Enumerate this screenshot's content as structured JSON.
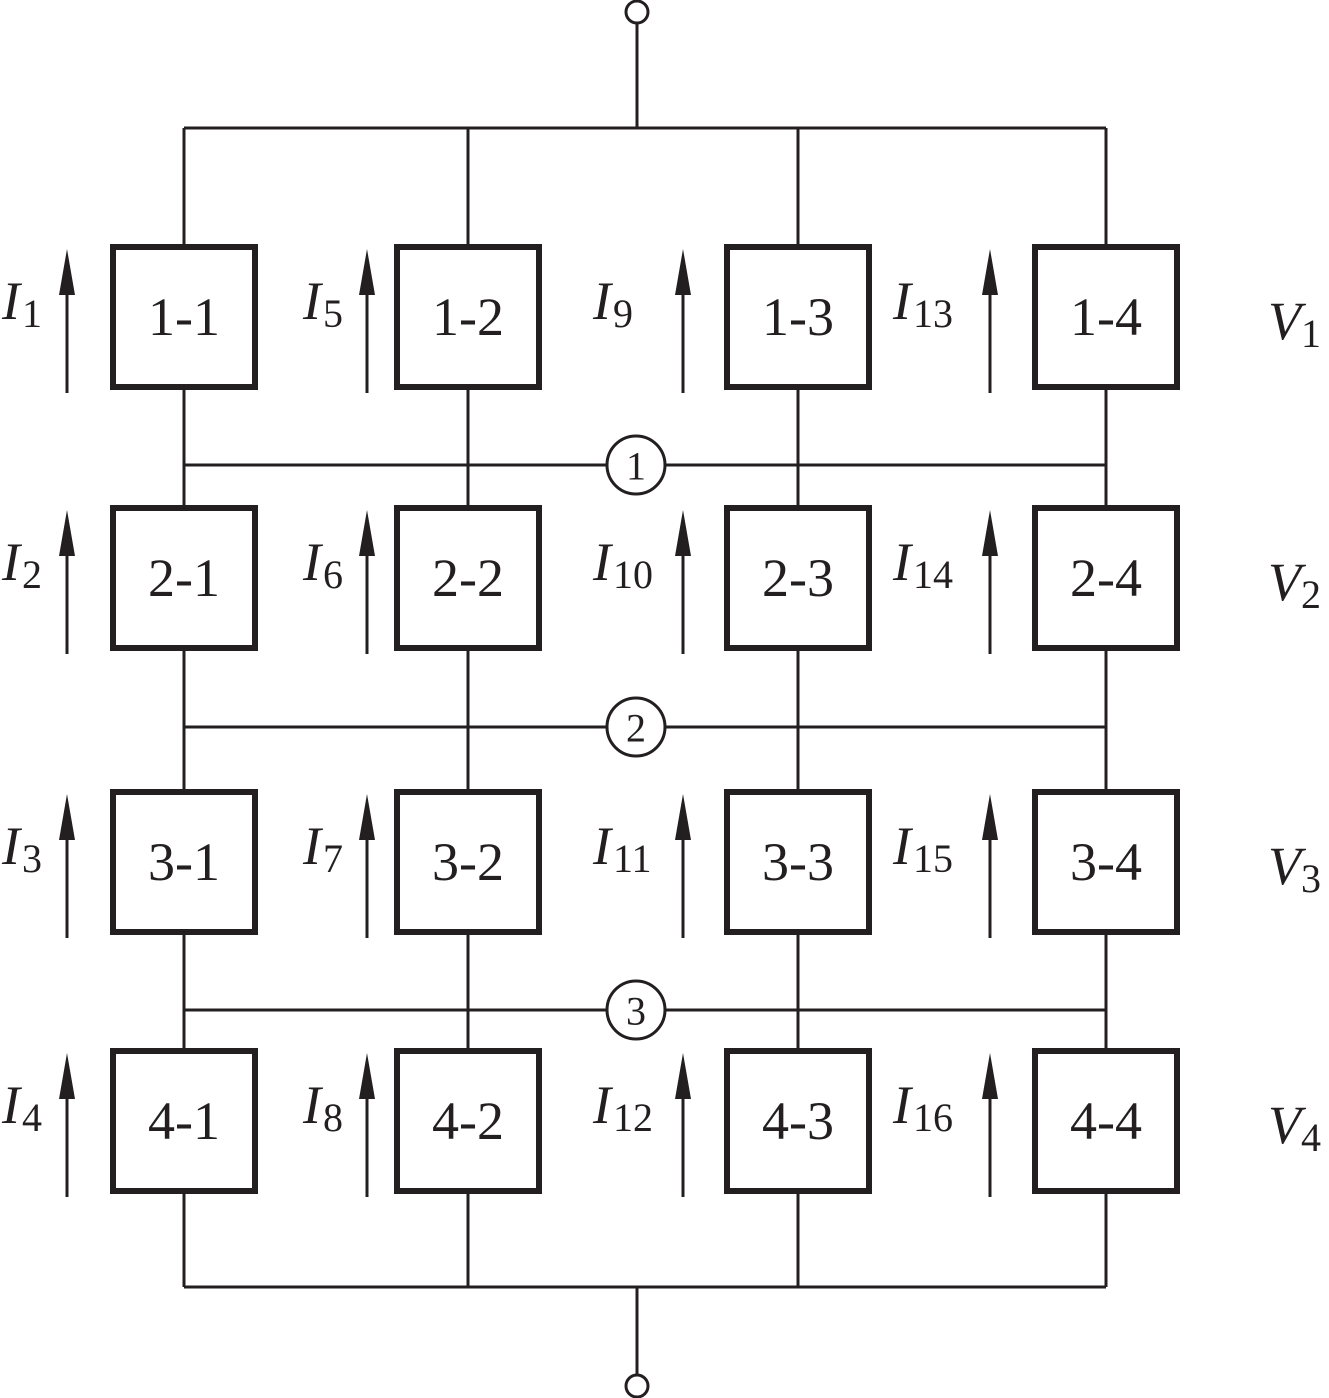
{
  "modules": [
    [
      "1-1",
      "1-2",
      "1-3",
      "1-4"
    ],
    [
      "2-1",
      "2-2",
      "2-3",
      "2-4"
    ],
    [
      "3-1",
      "3-2",
      "3-3",
      "3-4"
    ],
    [
      "4-1",
      "4-2",
      "4-3",
      "4-4"
    ]
  ],
  "currents": [
    [
      {
        "sym": "I",
        "sub": "1"
      },
      {
        "sym": "I",
        "sub": "5"
      },
      {
        "sym": "I",
        "sub": "9"
      },
      {
        "sym": "I",
        "sub": "13"
      }
    ],
    [
      {
        "sym": "I",
        "sub": "2"
      },
      {
        "sym": "I",
        "sub": "6"
      },
      {
        "sym": "I",
        "sub": "10"
      },
      {
        "sym": "I",
        "sub": "14"
      }
    ],
    [
      {
        "sym": "I",
        "sub": "3"
      },
      {
        "sym": "I",
        "sub": "7"
      },
      {
        "sym": "I",
        "sub": "11"
      },
      {
        "sym": "I",
        "sub": "15"
      }
    ],
    [
      {
        "sym": "I",
        "sub": "4"
      },
      {
        "sym": "I",
        "sub": "8"
      },
      {
        "sym": "I",
        "sub": "12"
      },
      {
        "sym": "I",
        "sub": "16"
      }
    ]
  ],
  "voltages": [
    {
      "sym": "V",
      "sub": "1"
    },
    {
      "sym": "V",
      "sub": "2"
    },
    {
      "sym": "V",
      "sub": "3"
    },
    {
      "sym": "V",
      "sub": "4"
    }
  ],
  "nodes": [
    "①",
    "②",
    "③"
  ]
}
